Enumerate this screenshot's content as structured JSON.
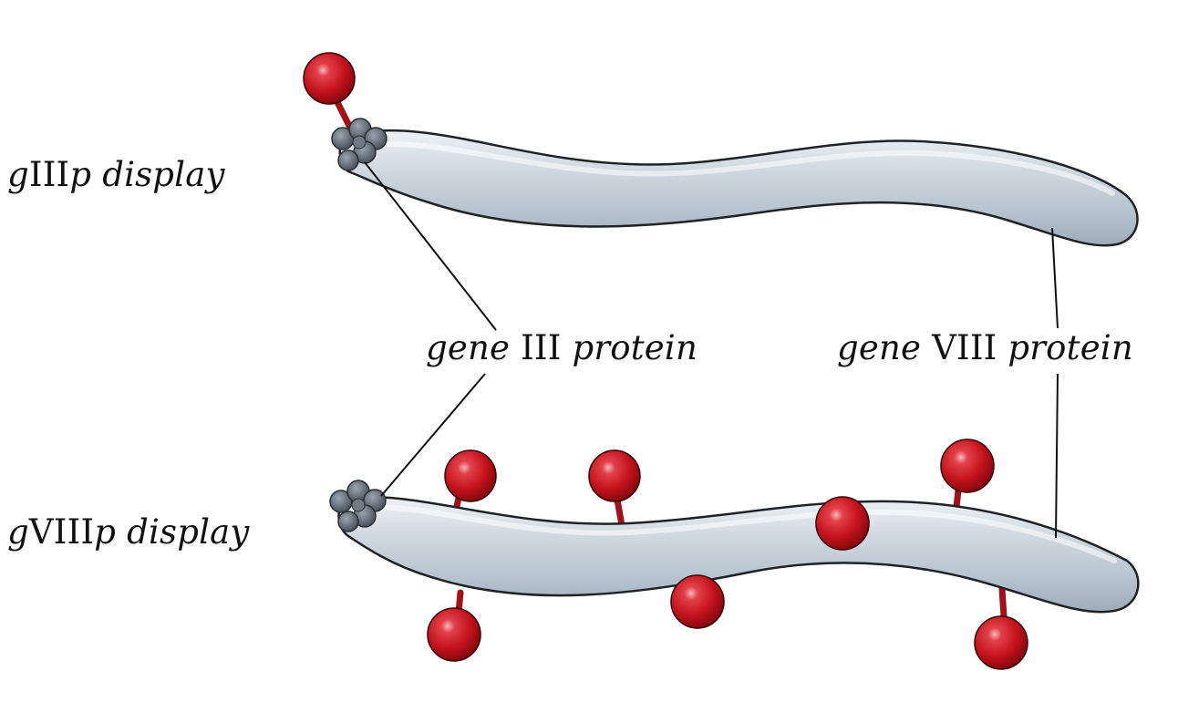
{
  "labels": {
    "giiip_display": {
      "prefix": "g",
      "roman": "III",
      "suffix": "p display"
    },
    "gviiip_display": {
      "prefix": "g",
      "roman": "VIII",
      "suffix": "p display"
    },
    "gene_iii_protein": {
      "prefix": "gene ",
      "roman": "III",
      "suffix": " protein"
    },
    "gene_viii_protein": {
      "prefix": "gene ",
      "roman": "VIII",
      "suffix": " protein"
    }
  },
  "colors": {
    "phage_body": "#c9d3dc",
    "phage_outline": "#1f2326",
    "protein_ball": "#c8161e",
    "protein_ball_highlight": "#f3a2a2",
    "protein_stem": "#b01219",
    "gene_iii_cluster": "#5b6570",
    "leader_line": "#111111"
  }
}
